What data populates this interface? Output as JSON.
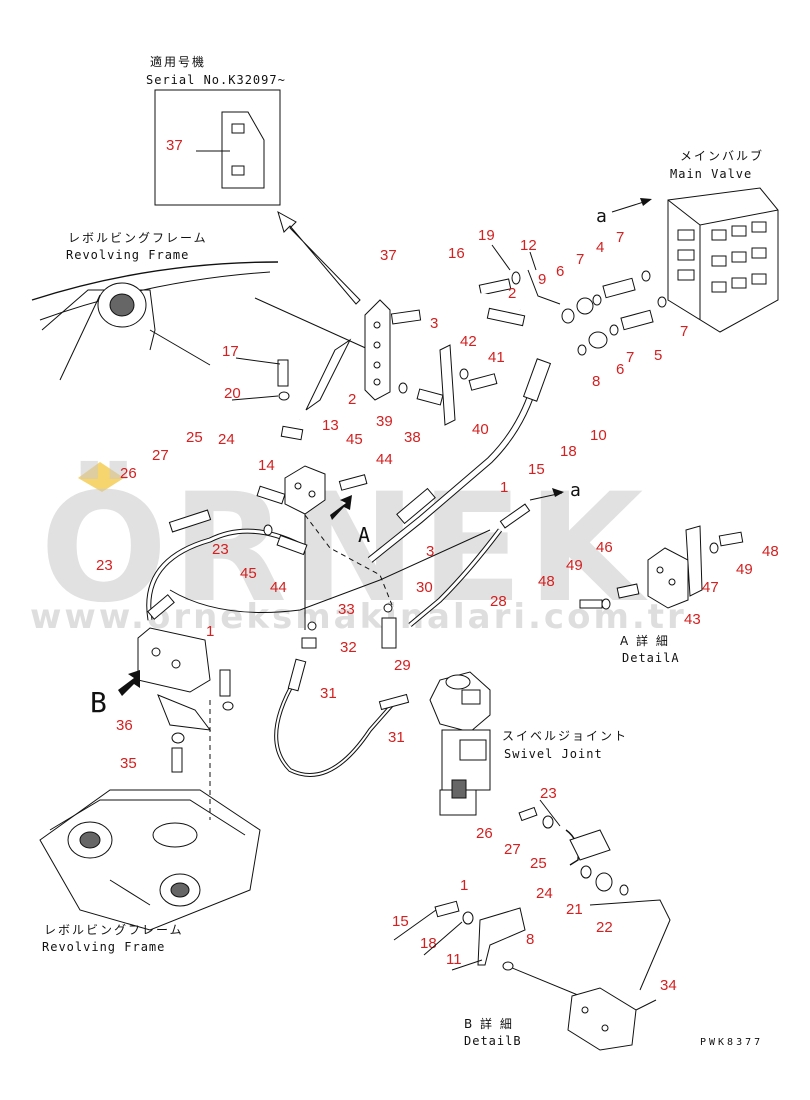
{
  "labels": {
    "applicable_machine_jp": "適用号機",
    "serial_no": "Serial No.K32097~",
    "revolving_frame_jp": "レボルビングフレーム",
    "revolving_frame_en": "Revolving Frame",
    "main_valve_jp": "メインバルブ",
    "main_valve_en": "Main Valve",
    "swivel_joint_jp": "スイベルジョイント",
    "swivel_joint_en": "Swivel Joint",
    "detail_a_jp": "A 詳 細",
    "detail_a_en": "DetailA",
    "detail_b_jp": "B 詳 細",
    "detail_b_en": "DetailB",
    "view_a": "A",
    "view_b": "B",
    "ref_a": "a",
    "drawing_code": "PWK8377"
  },
  "watermark": {
    "brand": "ÖRNEK",
    "url": "www.orneksmakinalari.com.tr"
  },
  "callouts": {
    "c37_inset": "37",
    "c19": "19",
    "c12": "12",
    "c6a": "6",
    "c7a": "7",
    "c4": "4",
    "c7b": "7",
    "c16": "16",
    "c2a": "2",
    "c9": "9",
    "c3a": "3",
    "c37": "37",
    "c42": "42",
    "c41": "41",
    "c6b": "6",
    "c7c": "7",
    "c5": "5",
    "c7d": "7",
    "c8a": "8",
    "c10": "10",
    "c17": "17",
    "c20": "20",
    "c2b": "2",
    "c13": "13",
    "c39": "39",
    "c38": "38",
    "c40": "40",
    "c15a": "15",
    "c18a": "18",
    "c14": "14",
    "c45a": "45",
    "c44a": "44",
    "c25a": "25",
    "c24a": "24",
    "c27a": "27",
    "c26a": "26",
    "c1a": "1",
    "c23a": "23",
    "c3b": "3",
    "c45b": "45",
    "c44b": "44",
    "c28": "28",
    "c30": "30",
    "c23b": "23",
    "c1b": "1",
    "c33": "33",
    "c32": "32",
    "c29": "29",
    "c31a": "31",
    "c36": "36",
    "c35": "35",
    "c31b": "31",
    "c46": "46",
    "c49a": "49",
    "c48a": "48",
    "c47": "47",
    "c49b": "49",
    "c48b": "48",
    "c43": "43",
    "c23c": "23",
    "c26b": "26",
    "c27b": "27",
    "c25b": "25",
    "c24b": "24",
    "c21": "21",
    "c22": "22",
    "c1c": "1",
    "c15b": "15",
    "c18b": "18",
    "c11": "11",
    "c8b": "8",
    "c34": "34"
  },
  "colors": {
    "callout": "#d42020",
    "line": "#111111",
    "watermark": "#c9c9c9",
    "watermark_accent": "#f2c230"
  }
}
